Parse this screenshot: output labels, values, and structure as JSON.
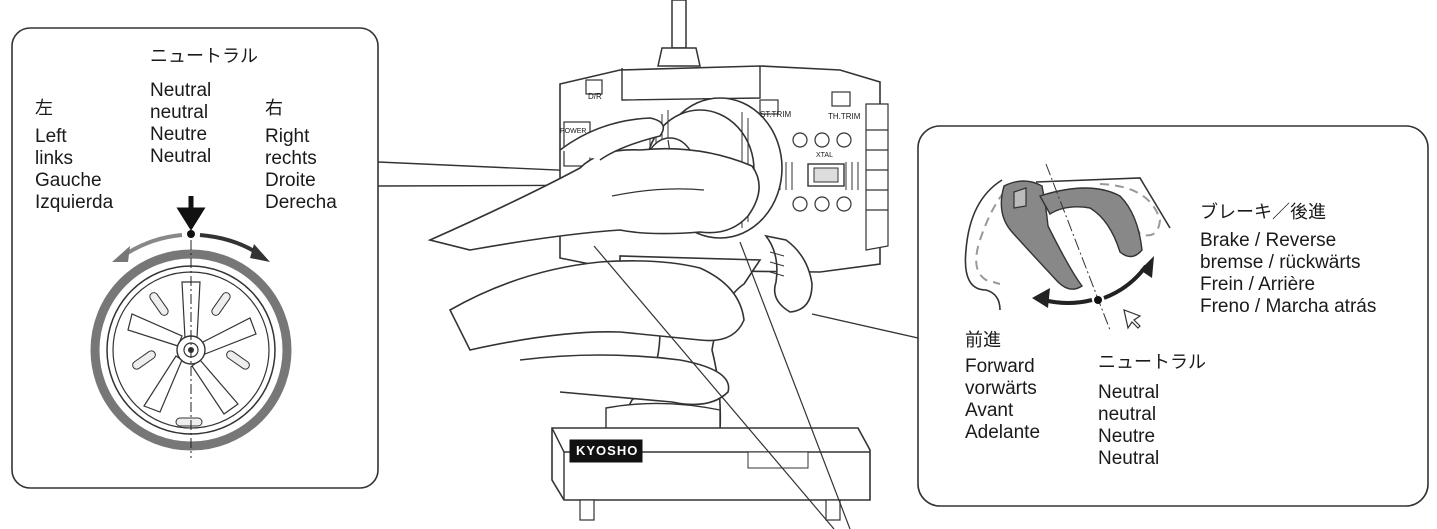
{
  "left_callout": {
    "neutral": {
      "jp": "ニュートラル",
      "lines": [
        "Neutral",
        "neutral",
        "Neutre",
        "Neutral"
      ]
    },
    "left": {
      "jp": "左",
      "lines": [
        "Left",
        "links",
        "Gauche",
        "Izquierda"
      ]
    },
    "right": {
      "jp": "右",
      "lines": [
        "Right",
        "rechts",
        "Droite",
        "Derecha"
      ]
    }
  },
  "right_callout": {
    "brake": {
      "jp": "ブレーキ／後進",
      "lines": [
        "Brake / Reverse",
        "bremse / rückwärts",
        "Frein / Arrière",
        "Freno / Marcha atrás"
      ]
    },
    "forward": {
      "jp": "前進",
      "lines": [
        "Forward",
        "vorwärts",
        "Avant",
        "Adelante"
      ]
    },
    "neutral": {
      "jp": "ニュートラル",
      "lines": [
        "Neutral",
        "neutral",
        "Neutre",
        "Neutral"
      ]
    }
  },
  "transmitter": {
    "labels": {
      "dr": "D/R",
      "st_trim": "ST.TRIM",
      "th_trim": "TH.TRIM",
      "power": "POWER",
      "xtal": "XTAL",
      "brand": "KYOSHO"
    }
  }
}
